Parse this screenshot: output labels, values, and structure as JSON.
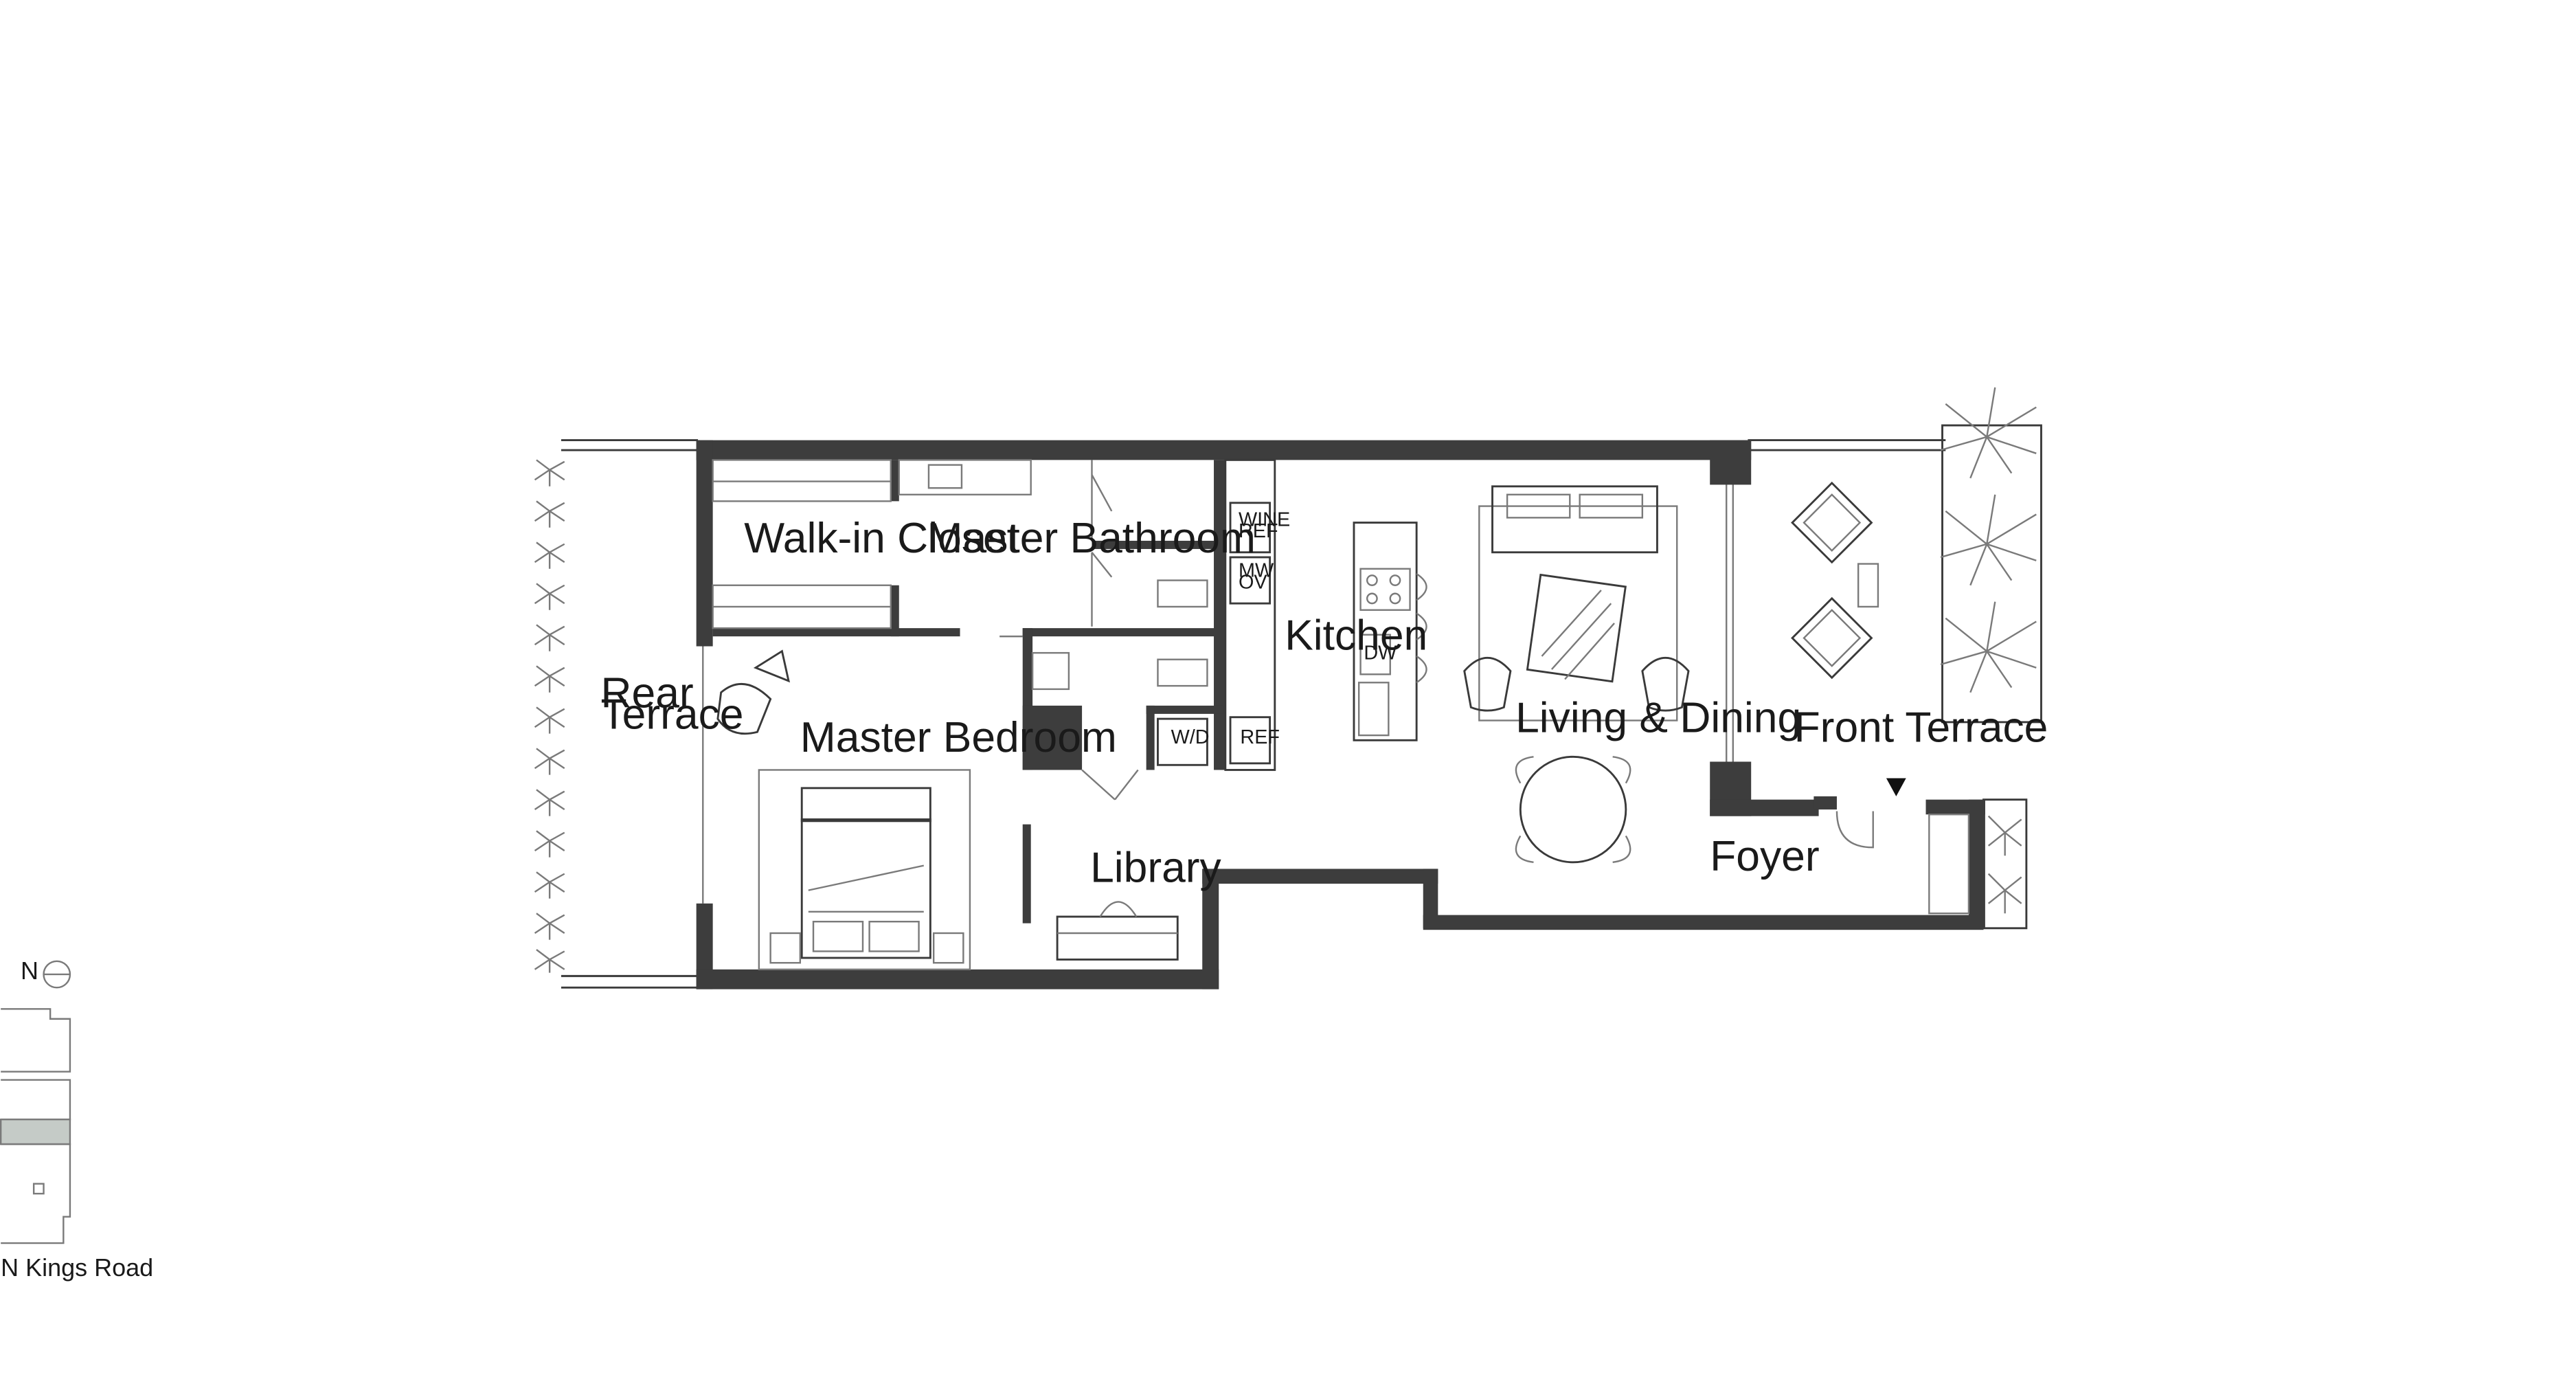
{
  "rooms": {
    "walk_in_closet": "Walk-in Closet",
    "master_bathroom": "Master Bathroom",
    "rear_terrace_line1": "Rear",
    "rear_terrace_line2": "Terrace",
    "master_bedroom": "Master Bedroom",
    "kitchen": "Kitchen",
    "living_dining": "Living & Dining",
    "front_terrace": "Front Terrace",
    "foyer": "Foyer",
    "library": "Library"
  },
  "appliances": {
    "wine_ref_line1": "WINE",
    "wine_ref_line2": "REF",
    "mw_ov_line1": "MW",
    "mw_ov_line2": "OV",
    "ref": "REF",
    "dw": "DW",
    "wd": "W/D"
  },
  "key_plan": {
    "north": "N",
    "street": "N Kings Road"
  },
  "colors": {
    "wall": "#3d3d3d",
    "highlight_unit": "#c5cbc7",
    "line": "#3a3a3a"
  }
}
